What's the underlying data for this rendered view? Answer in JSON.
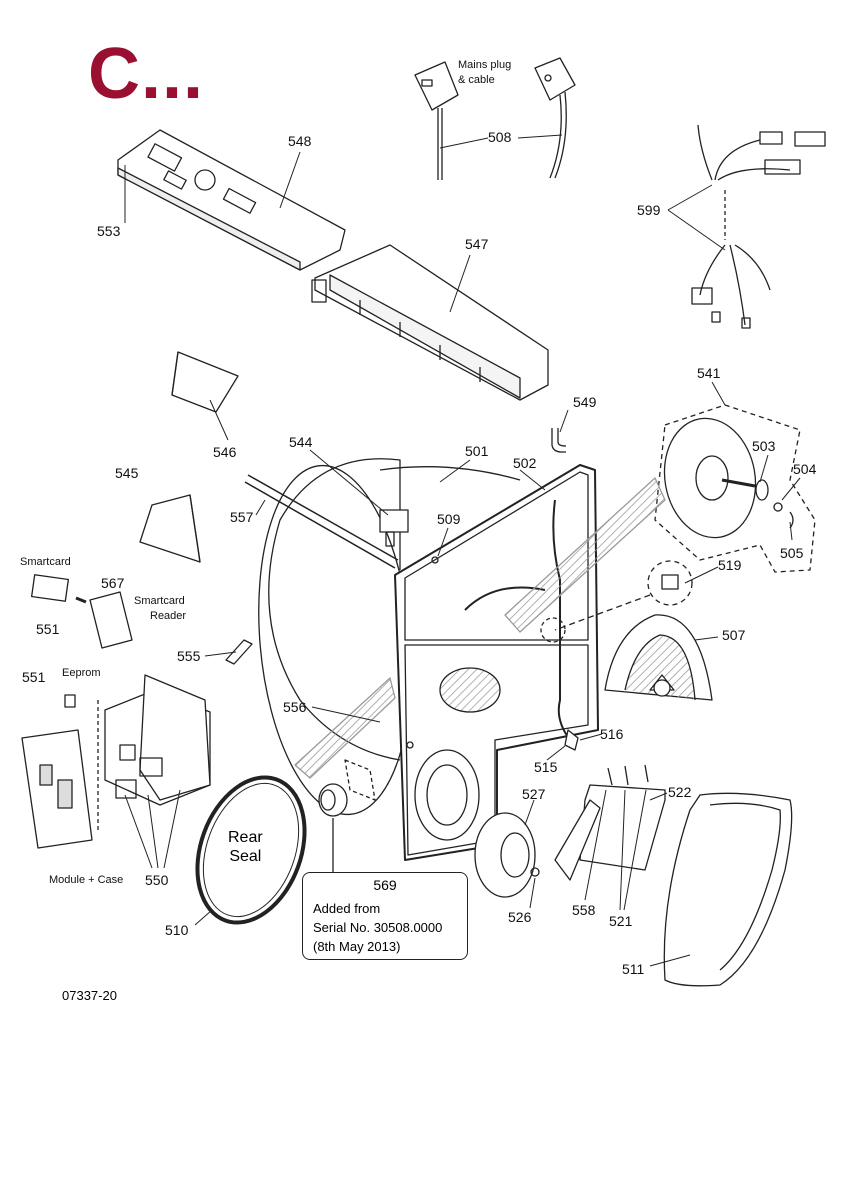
{
  "title": "C...",
  "drawing_ref": "07337-20",
  "labels": {
    "p548": "548",
    "p553": "553",
    "p547": "547",
    "p508": "508",
    "mains": "Mains plug",
    "mains2": "& cable",
    "p599": "599",
    "p546": "546",
    "p549": "549",
    "p541": "541",
    "p503": "503",
    "p504": "504",
    "p505": "505",
    "p544": "544",
    "p501": "501",
    "p502": "502",
    "p509": "509",
    "p545": "545",
    "p557": "557",
    "p519": "519",
    "smartcard": "Smartcard",
    "p567": "567",
    "reader1": "Smartcard",
    "reader2": "Reader",
    "p551a": "551",
    "p555": "555",
    "p507": "507",
    "p551b": "551",
    "eeprom": "Eeprom",
    "p556": "556",
    "p516": "516",
    "p515": "515",
    "p527": "527",
    "p522": "522",
    "module": "Module + Case",
    "p550": "550",
    "p569": "569",
    "p526": "526",
    "p558": "558",
    "p521": "521",
    "p510": "510",
    "p511": "511"
  },
  "rear_seal": {
    "line1": "Rear",
    "line2": "Seal"
  },
  "note": {
    "number": "569",
    "line1": "Added from",
    "line2": "Serial No. 30508.0000",
    "line3": "(8th May 2013)"
  },
  "colors": {
    "heading": "#9a1030",
    "line": "#222222",
    "hatch": "#b5b5b5"
  }
}
